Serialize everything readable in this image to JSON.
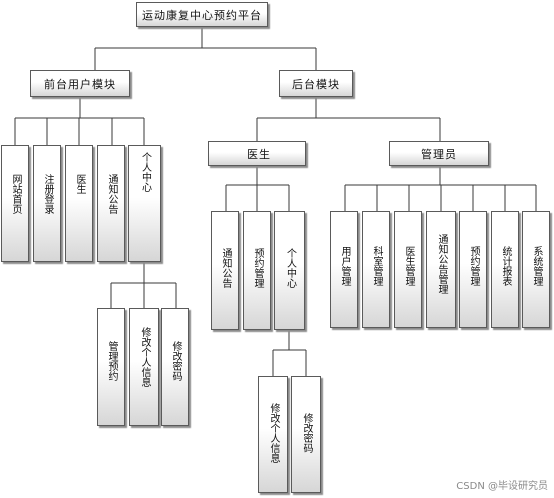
{
  "root": "运动康复中心预约平台",
  "frontend": {
    "title": "前台用户模块",
    "items": [
      "网站首页",
      "注册登录",
      "医生",
      "通知公告",
      "个人中心"
    ],
    "personal": [
      "管理预约",
      "修改个人信息",
      "修改密码"
    ]
  },
  "backend": {
    "title": "后台模块",
    "doctor": {
      "title": "医生",
      "items": [
        "通知公告",
        "预约管理",
        "个人中心"
      ],
      "personal": [
        "修改个人信息",
        "修改密码"
      ]
    },
    "admin": {
      "title": "管理员",
      "items": [
        "用户管理",
        "科室管理",
        "医生管理",
        "通知公告管理",
        "预约管理",
        "统计报表",
        "系统管理"
      ]
    }
  },
  "watermark": "CSDN @毕设研究员"
}
